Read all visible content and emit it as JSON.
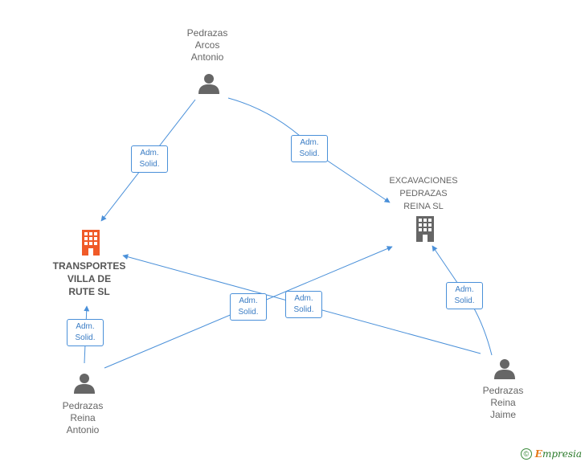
{
  "nodes": {
    "person_arcos": {
      "lines": [
        "Pedrazas",
        "Arcos",
        "Antonio"
      ]
    },
    "company_excavaciones": {
      "lines": [
        "EXCAVACIONES",
        "PEDRAZAS",
        "REINA SL"
      ]
    },
    "company_transportes": {
      "lines": [
        "TRANSPORTES",
        "VILLA DE",
        "RUTE SL"
      ]
    },
    "person_reina_antonio": {
      "lines": [
        "Pedrazas",
        "Reina",
        "Antonio"
      ]
    },
    "person_reina_jaime": {
      "lines": [
        "Pedrazas",
        "Reina",
        "Jaime"
      ]
    }
  },
  "relations": [
    {
      "from": "Pedrazas Arcos Antonio",
      "to": "TRANSPORTES VILLA DE RUTE SL",
      "line1": "Adm.",
      "line2": "Solid."
    },
    {
      "from": "Pedrazas Arcos Antonio",
      "to": "EXCAVACIONES PEDRAZAS REINA SL",
      "line1": "Adm.",
      "line2": "Solid."
    },
    {
      "from": "Pedrazas Reina Antonio",
      "to": "TRANSPORTES VILLA DE RUTE SL",
      "line1": "Adm.",
      "line2": "Solid."
    },
    {
      "from": "Pedrazas Reina Antonio",
      "to": "EXCAVACIONES PEDRAZAS REINA SL",
      "line1": "Adm.",
      "line2": "Solid."
    },
    {
      "from": "Pedrazas Reina Jaime",
      "to": "TRANSPORTES VILLA DE RUTE SL",
      "line1": "Adm.",
      "line2": "Solid."
    },
    {
      "from": "Pedrazas Reina Jaime",
      "to": "EXCAVACIONES PEDRAZAS REINA SL",
      "line1": "Adm.",
      "line2": "Solid."
    }
  ],
  "colors": {
    "edge": "#4a90d9",
    "person": "#666666",
    "main_company": "#f05a28",
    "company": "#666666"
  },
  "footer": {
    "copyright_symbol": "©",
    "brand_first": "E",
    "brand_rest": "mpresia"
  }
}
